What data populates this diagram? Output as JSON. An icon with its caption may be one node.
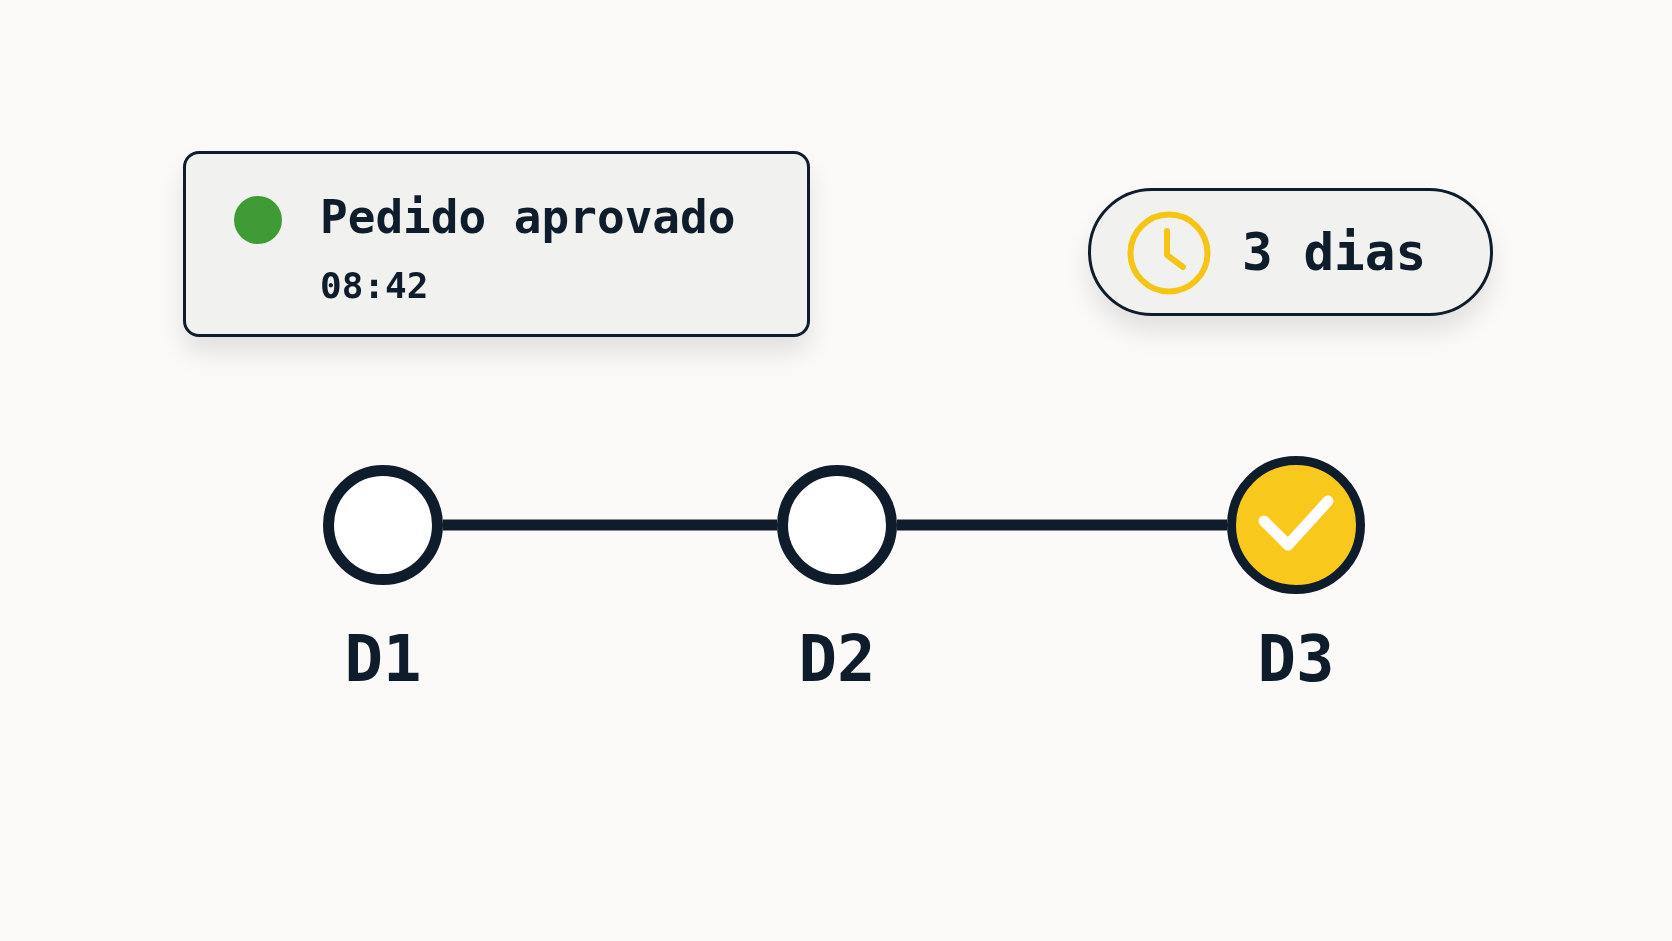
{
  "diagram": {
    "nodes": [
      {
        "text": [
          "Pedido aprovado",
          "08:42"
        ]
      },
      {
        "text": [
          "3 dias"
        ]
      },
      {
        "text": [],
        "shape": "circle",
        "beside": [
          "D1"
        ]
      },
      {
        "text": [],
        "shape": "circle",
        "beside": [
          "D2"
        ]
      },
      {
        "text": [],
        "shape": "circle",
        "beside": [
          "D3"
        ]
      }
    ],
    "edges": [
      {
        "from": 2,
        "to": 3,
        "arrow": "none"
      },
      {
        "from": 3,
        "to": 4,
        "arrow": "none"
      }
    ]
  }
}
